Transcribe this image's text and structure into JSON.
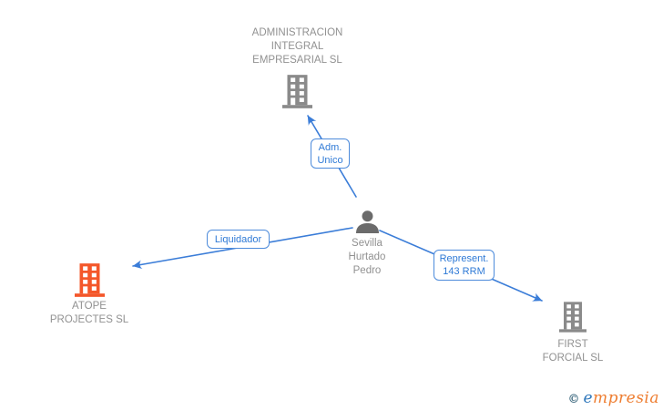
{
  "colors": {
    "edge_blue": "#3b7dd8",
    "label_border_blue": "#4d8bdb",
    "label_text_blue": "#2f7ad6",
    "node_text_gray": "#919191",
    "building_gray": "#8a8a8a",
    "building_orange": "#f4572a",
    "person_gray": "#6b6b6b",
    "logo_copyright_teal": "#4a7387",
    "logo_e_blue": "#2f77bb",
    "logo_text_orange": "#ee7d30"
  },
  "nodes": {
    "admin": {
      "line1": "ADMINISTRACION",
      "line2": "INTEGRAL",
      "line3": "EMPRESARIAL SL"
    },
    "person": {
      "line1": "Sevilla",
      "line2": "Hurtado",
      "line3": "Pedro"
    },
    "atope": {
      "line1": "ATOPE",
      "line2": "PROJECTES SL"
    },
    "first": {
      "line1": "FIRST",
      "line2": "FORCIAL SL"
    }
  },
  "edges": {
    "adm_unico": {
      "line1": "Adm.",
      "line2": "Unico"
    },
    "liquidador": {
      "line1": "Liquidador"
    },
    "represent": {
      "line1": "Represent.",
      "line2": "143 RRM"
    }
  },
  "footer": {
    "copyright": "©",
    "brand_e": "e",
    "brand_rest": "mpresia"
  }
}
